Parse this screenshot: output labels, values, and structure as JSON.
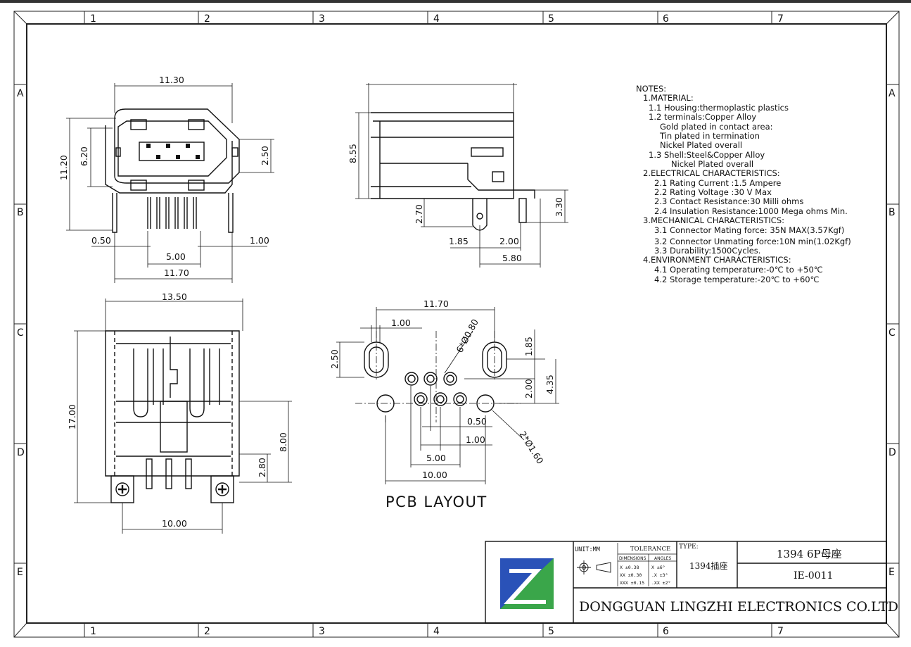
{
  "border": {
    "columns": [
      "1",
      "2",
      "3",
      "4",
      "5",
      "6",
      "7"
    ],
    "rows": [
      "A",
      "B",
      "C",
      "D",
      "E"
    ]
  },
  "front_view": {
    "dims": {
      "w_top": "11.30",
      "h_total": "11.20",
      "h_inner": "6.20",
      "h_side": "2.50",
      "pitch": "0.50",
      "offset": "1.00",
      "span": "5.00",
      "w_bottom": "11.70"
    }
  },
  "side_view": {
    "dims": {
      "height": "8.55",
      "pin_len": "2.70",
      "shell_len": "3.30",
      "d1": "1.85",
      "d2": "2.00",
      "depth": "5.80"
    }
  },
  "bottom_view": {
    "dims": {
      "width": "13.50",
      "height": "17.00",
      "mid": "8.00",
      "foot": "2.80",
      "peg_span": "10.00"
    }
  },
  "pcb_layout": {
    "title": "PCB LAYOUT",
    "dims": {
      "width": "11.70",
      "slot_w": "1.00",
      "slot_h": "2.50",
      "holes": "6*Ø0.80",
      "d_185": "1.85",
      "d_200": "2.00",
      "d_435": "4.35",
      "pitch": "0.50",
      "row": "1.00",
      "span": "5.00",
      "peg_span": "10.00",
      "pegs": "2*Ø1.60"
    }
  },
  "notes": {
    "title": "NOTES:",
    "lines": [
      "1.MATERIAL:",
      "1.1  Housing:thermoplastic  plastics",
      "1.2  terminals:Copper  Alloy",
      "Gold  plated  in  contact  area:",
      "Tin  plated  in  termination",
      "Nickel  Plated  overall",
      "1.3  Shell:Steel&Copper  Alloy",
      "Nickel  Plated  overall",
      "2.ELECTRICAL  CHARACTERISTICS:",
      "2.1  Rating  Current  :1.5  Ampere",
      "2.2  Rating  Voltage  :30  V  Max",
      "2.3  Contact  Resistance:30  Milli  ohms",
      "2.4  Insulation  Resistance:1000  Mega  ohms  Min.",
      "3.MECHANICAL  CHARACTERISTICS:",
      "3.1  Connector  Mating  force:  35N  MAX(3.57Kgf)",
      "3.2  Connector  Unmating  force:10N  min(1.02Kgf)",
      "3.3  Durability:1500Cycles.",
      "4.ENVIRONMENT  CHARACTERISTICS:",
      "4.1  Operating  temperature:-0℃  to  +50℃",
      "4.2  Storage  temperature:-20℃  to  +60℃"
    ]
  },
  "title_block": {
    "unit": "UNIT:MM",
    "tolerance": "TOLERANCE",
    "dimensions_hdr": "DIMENSIONS",
    "angles_hdr": "ANGLES",
    "tol_rows": [
      {
        "d": "X  ±0.38",
        "a": "X  ±6°"
      },
      {
        "d": "XX  ±0.30",
        "a": ".X  ±3°"
      },
      {
        "d": "XXX ±0.15",
        "a": ".XX ±2°"
      }
    ],
    "type_label": "TYPE:",
    "type_value": "1394插座",
    "product": "1394 6P母座",
    "part_no": "IE-0011",
    "company": "DONGGUAN  LINGZHI  ELECTRONICS  CO.LTD",
    "colors": {
      "logo_blue": "#2a52b8",
      "logo_green": "#3aa64a"
    }
  }
}
